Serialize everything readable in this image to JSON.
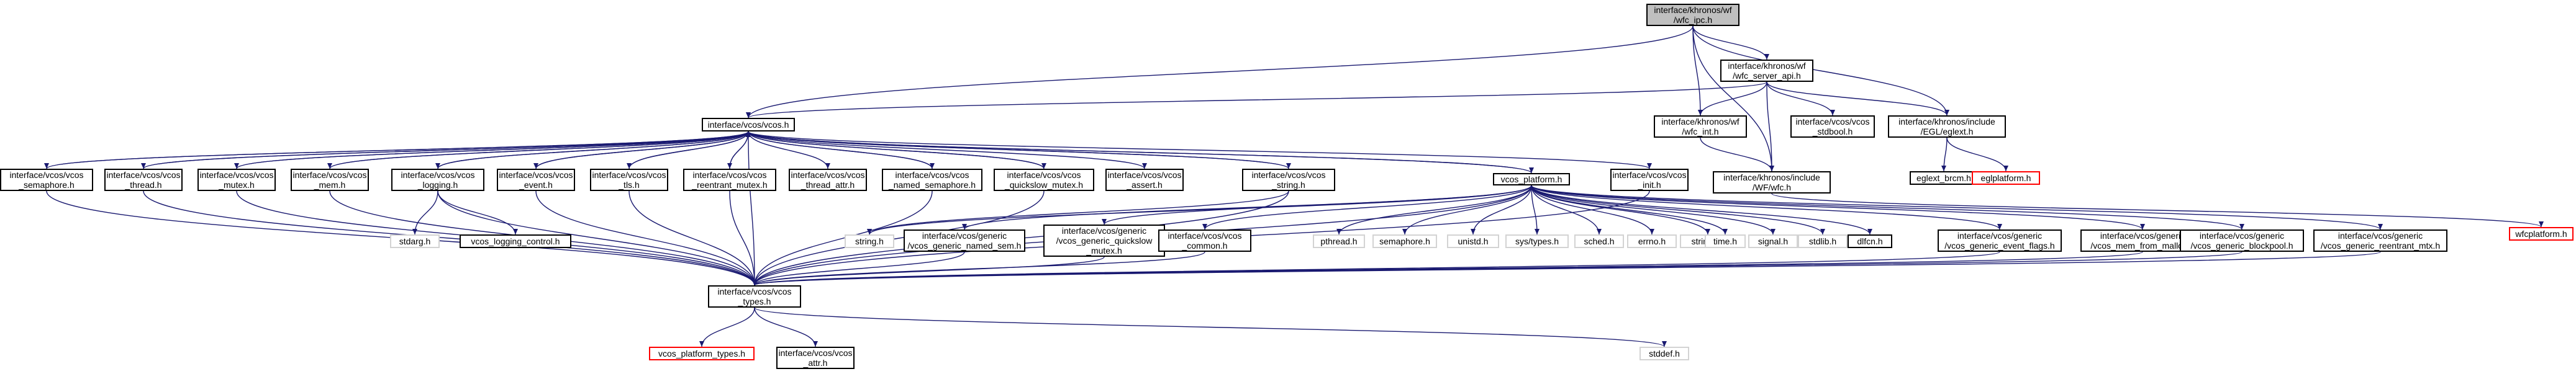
{
  "nodes": [
    {
      "id": "wfc_ipc",
      "label": "interface/khronos/wf\n/wfc_ipc.h",
      "style": "root"
    },
    {
      "id": "vcos",
      "label": "interface/vcos/vcos.h",
      "style": "normal"
    },
    {
      "id": "wfc_server_api",
      "label": "interface/khronos/wf\n/wfc_server_api.h",
      "style": "normal"
    },
    {
      "id": "wfc_int",
      "label": "interface/khronos/wf\n/wfc_int.h",
      "style": "normal"
    },
    {
      "id": "vcos_stdbool",
      "label": "interface/vcos/vcos\n_stdbool.h",
      "style": "normal"
    },
    {
      "id": "egl_egltext",
      "label": "interface/khronos/include\n/EGL/eglext.h",
      "style": "normal"
    },
    {
      "id": "eglext_brcm",
      "label": "eglext_brcm.h",
      "style": "normal"
    },
    {
      "id": "eglplatform",
      "label": "eglplatform.h",
      "style": "missing"
    },
    {
      "id": "wf_wfc",
      "label": "interface/khronos/include\n/WF/wfc.h",
      "style": "normal"
    },
    {
      "id": "wfcplatform",
      "label": "wfcplatform.h",
      "style": "missing"
    },
    {
      "id": "vcos_platform",
      "label": "vcos_platform.h",
      "style": "normal"
    },
    {
      "id": "vcos_init",
      "label": "interface/vcos/vcos\n_init.h",
      "style": "normal"
    },
    {
      "id": "vcos_semaphore",
      "label": "interface/vcos/vcos\n_semaphore.h",
      "style": "normal"
    },
    {
      "id": "vcos_thread",
      "label": "interface/vcos/vcos\n_thread.h",
      "style": "normal"
    },
    {
      "id": "vcos_mutex",
      "label": "interface/vcos/vcos\n_mutex.h",
      "style": "normal"
    },
    {
      "id": "vcos_mem",
      "label": "interface/vcos/vcos\n_mem.h",
      "style": "normal"
    },
    {
      "id": "vcos_logging",
      "label": "interface/vcos/vcos\n_logging.h",
      "style": "normal"
    },
    {
      "id": "vcos_event",
      "label": "interface/vcos/vcos\n_event.h",
      "style": "normal"
    },
    {
      "id": "vcos_tls",
      "label": "interface/vcos/vcos\n_tls.h",
      "style": "normal"
    },
    {
      "id": "vcos_reentrant_mutex",
      "label": "interface/vcos/vcos\n_reentrant_mutex.h",
      "style": "normal"
    },
    {
      "id": "vcos_thread_attr",
      "label": "interface/vcos/vcos\n_thread_attr.h",
      "style": "normal"
    },
    {
      "id": "vcos_named_semaphore",
      "label": "interface/vcos/vcos\n_named_semaphore.h",
      "style": "normal"
    },
    {
      "id": "vcos_quickslow_mutex",
      "label": "interface/vcos/vcos\n_quickslow_mutex.h",
      "style": "normal"
    },
    {
      "id": "vcos_assert",
      "label": "interface/vcos/vcos\n_assert.h",
      "style": "normal"
    },
    {
      "id": "vcos_string",
      "label": "interface/vcos/vcos\n_string.h",
      "style": "normal"
    },
    {
      "id": "stdarg",
      "label": "stdarg.h",
      "style": "plain"
    },
    {
      "id": "vcos_logging_control",
      "label": "vcos_logging_control.h",
      "style": "normal"
    },
    {
      "id": "string_h",
      "label": "string.h",
      "style": "plain"
    },
    {
      "id": "gen_named_sem",
      "label": "interface/vcos/generic\n/vcos_generic_named_sem.h",
      "style": "normal"
    },
    {
      "id": "gen_quickslow",
      "label": "interface/vcos/generic\n/vcos_generic_quickslow\n_mutex.h",
      "style": "normal"
    },
    {
      "id": "vcos_common",
      "label": "interface/vcos/vcos\n_common.h",
      "style": "normal"
    },
    {
      "id": "pthread",
      "label": "pthread.h",
      "style": "plain"
    },
    {
      "id": "semaphore",
      "label": "semaphore.h",
      "style": "plain"
    },
    {
      "id": "unistd",
      "label": "unistd.h",
      "style": "plain"
    },
    {
      "id": "systypes",
      "label": "sys/types.h",
      "style": "plain"
    },
    {
      "id": "sched",
      "label": "sched.h",
      "style": "plain"
    },
    {
      "id": "errno",
      "label": "errno.h",
      "style": "plain"
    },
    {
      "id": "strings",
      "label": "strings.h",
      "style": "plain"
    },
    {
      "id": "time",
      "label": "time.h",
      "style": "plain"
    },
    {
      "id": "signal",
      "label": "signal.h",
      "style": "plain"
    },
    {
      "id": "stdlib",
      "label": "stdlib.h",
      "style": "plain"
    },
    {
      "id": "dlfcn",
      "label": "dlfcn.h",
      "style": "normal"
    },
    {
      "id": "gen_event_flags",
      "label": "interface/vcos/generic\n/vcos_generic_event_flags.h",
      "style": "normal"
    },
    {
      "id": "mem_from_malloc",
      "label": "interface/vcos/generic\n/vcos_mem_from_malloc.h",
      "style": "normal"
    },
    {
      "id": "gen_blockpool",
      "label": "interface/vcos/generic\n/vcos_generic_blockpool.h",
      "style": "normal"
    },
    {
      "id": "gen_reentrant",
      "label": "interface/vcos/generic\n/vcos_generic_reentrant_mtx.h",
      "style": "normal"
    },
    {
      "id": "vcos_types",
      "label": "interface/vcos/vcos\n_types.h",
      "style": "normal"
    },
    {
      "id": "vcos_platform_types",
      "label": "vcos_platform_types.h",
      "style": "missing"
    },
    {
      "id": "vcos_attr",
      "label": "interface/vcos/vcos\n_attr.h",
      "style": "normal"
    },
    {
      "id": "stddef",
      "label": "stddef.h",
      "style": "plain"
    }
  ],
  "edges": [
    [
      "wfc_ipc",
      "vcos"
    ],
    [
      "wfc_ipc",
      "wfc_server_api"
    ],
    [
      "wfc_ipc",
      "wfc_int"
    ],
    [
      "wfc_ipc",
      "egl_egltext"
    ],
    [
      "wfc_ipc",
      "wf_wfc"
    ],
    [
      "wfc_server_api",
      "vcos"
    ],
    [
      "wfc_server_api",
      "wfc_int"
    ],
    [
      "wfc_server_api",
      "vcos_stdbool"
    ],
    [
      "wfc_server_api",
      "egl_egltext"
    ],
    [
      "wfc_server_api",
      "wf_wfc"
    ],
    [
      "wfc_int",
      "wf_wfc"
    ],
    [
      "egl_egltext",
      "eglext_brcm"
    ],
    [
      "egl_egltext",
      "eglplatform"
    ],
    [
      "wf_wfc",
      "wfcplatform"
    ],
    [
      "vcos",
      "vcos_semaphore"
    ],
    [
      "vcos",
      "vcos_thread"
    ],
    [
      "vcos",
      "vcos_mutex"
    ],
    [
      "vcos",
      "vcos_mem"
    ],
    [
      "vcos",
      "vcos_logging"
    ],
    [
      "vcos",
      "vcos_event"
    ],
    [
      "vcos",
      "vcos_tls"
    ],
    [
      "vcos",
      "vcos_reentrant_mutex"
    ],
    [
      "vcos",
      "vcos_thread_attr"
    ],
    [
      "vcos",
      "vcos_named_semaphore"
    ],
    [
      "vcos",
      "vcos_quickslow_mutex"
    ],
    [
      "vcos",
      "vcos_assert"
    ],
    [
      "vcos",
      "vcos_string"
    ],
    [
      "vcos",
      "vcos_platform"
    ],
    [
      "vcos",
      "vcos_init"
    ],
    [
      "vcos",
      "vcos_types"
    ],
    [
      "vcos_semaphore",
      "vcos_types"
    ],
    [
      "vcos_thread",
      "vcos_types"
    ],
    [
      "vcos_mutex",
      "vcos_types"
    ],
    [
      "vcos_mem",
      "vcos_types"
    ],
    [
      "vcos_logging",
      "stdarg"
    ],
    [
      "vcos_logging",
      "vcos_logging_control"
    ],
    [
      "vcos_logging",
      "vcos_types"
    ],
    [
      "vcos_event",
      "vcos_types"
    ],
    [
      "vcos_tls",
      "vcos_types"
    ],
    [
      "vcos_reentrant_mutex",
      "vcos_types"
    ],
    [
      "vcos_named_semaphore",
      "vcos_types"
    ],
    [
      "vcos_quickslow_mutex",
      "vcos_types"
    ],
    [
      "vcos_string",
      "string_h"
    ],
    [
      "vcos_string",
      "vcos_types"
    ],
    [
      "vcos_platform",
      "vcos"
    ],
    [
      "vcos_platform",
      "string_h"
    ],
    [
      "vcos_platform",
      "gen_named_sem"
    ],
    [
      "vcos_platform",
      "gen_quickslow"
    ],
    [
      "vcos_platform",
      "vcos_common"
    ],
    [
      "vcos_platform",
      "pthread"
    ],
    [
      "vcos_platform",
      "semaphore"
    ],
    [
      "vcos_platform",
      "unistd"
    ],
    [
      "vcos_platform",
      "systypes"
    ],
    [
      "vcos_platform",
      "sched"
    ],
    [
      "vcos_platform",
      "errno"
    ],
    [
      "vcos_platform",
      "strings"
    ],
    [
      "vcos_platform",
      "time"
    ],
    [
      "vcos_platform",
      "signal"
    ],
    [
      "vcos_platform",
      "stdlib"
    ],
    [
      "vcos_platform",
      "dlfcn"
    ],
    [
      "vcos_platform",
      "gen_event_flags"
    ],
    [
      "vcos_platform",
      "mem_from_malloc"
    ],
    [
      "vcos_platform",
      "gen_blockpool"
    ],
    [
      "vcos_platform",
      "gen_reentrant"
    ],
    [
      "vcos_platform",
      "vcos_types"
    ],
    [
      "gen_named_sem",
      "vcos_types"
    ],
    [
      "gen_quickslow",
      "vcos_types"
    ],
    [
      "vcos_common",
      "vcos_types"
    ],
    [
      "gen_event_flags",
      "vcos_types"
    ],
    [
      "mem_from_malloc",
      "vcos_types"
    ],
    [
      "gen_blockpool",
      "vcos_types"
    ],
    [
      "gen_reentrant",
      "vcos_types"
    ],
    [
      "vcos_init",
      "vcos_types"
    ],
    [
      "vcos_types",
      "vcos_platform_types"
    ],
    [
      "vcos_types",
      "vcos_attr"
    ],
    [
      "vcos_types",
      "stddef"
    ],
    [
      "vcos_semaphore",
      "vcos"
    ],
    [
      "vcos_thread",
      "vcos"
    ],
    [
      "vcos_mutex",
      "vcos"
    ],
    [
      "vcos_mem",
      "vcos"
    ],
    [
      "vcos_logging",
      "vcos"
    ],
    [
      "vcos_event",
      "vcos"
    ],
    [
      "vcos_tls",
      "vcos"
    ],
    [
      "vcos_reentrant_mutex",
      "vcos"
    ],
    [
      "vcos_named_semaphore",
      "vcos"
    ],
    [
      "vcos_quickslow_mutex",
      "vcos"
    ],
    [
      "vcos_string",
      "vcos"
    ]
  ],
  "colors": {
    "edge": "#191970",
    "node_border": "#000000",
    "root_fill": "#bfbfbf",
    "missing_border": "#ff0000",
    "plain_border": "#d3d3d3"
  }
}
